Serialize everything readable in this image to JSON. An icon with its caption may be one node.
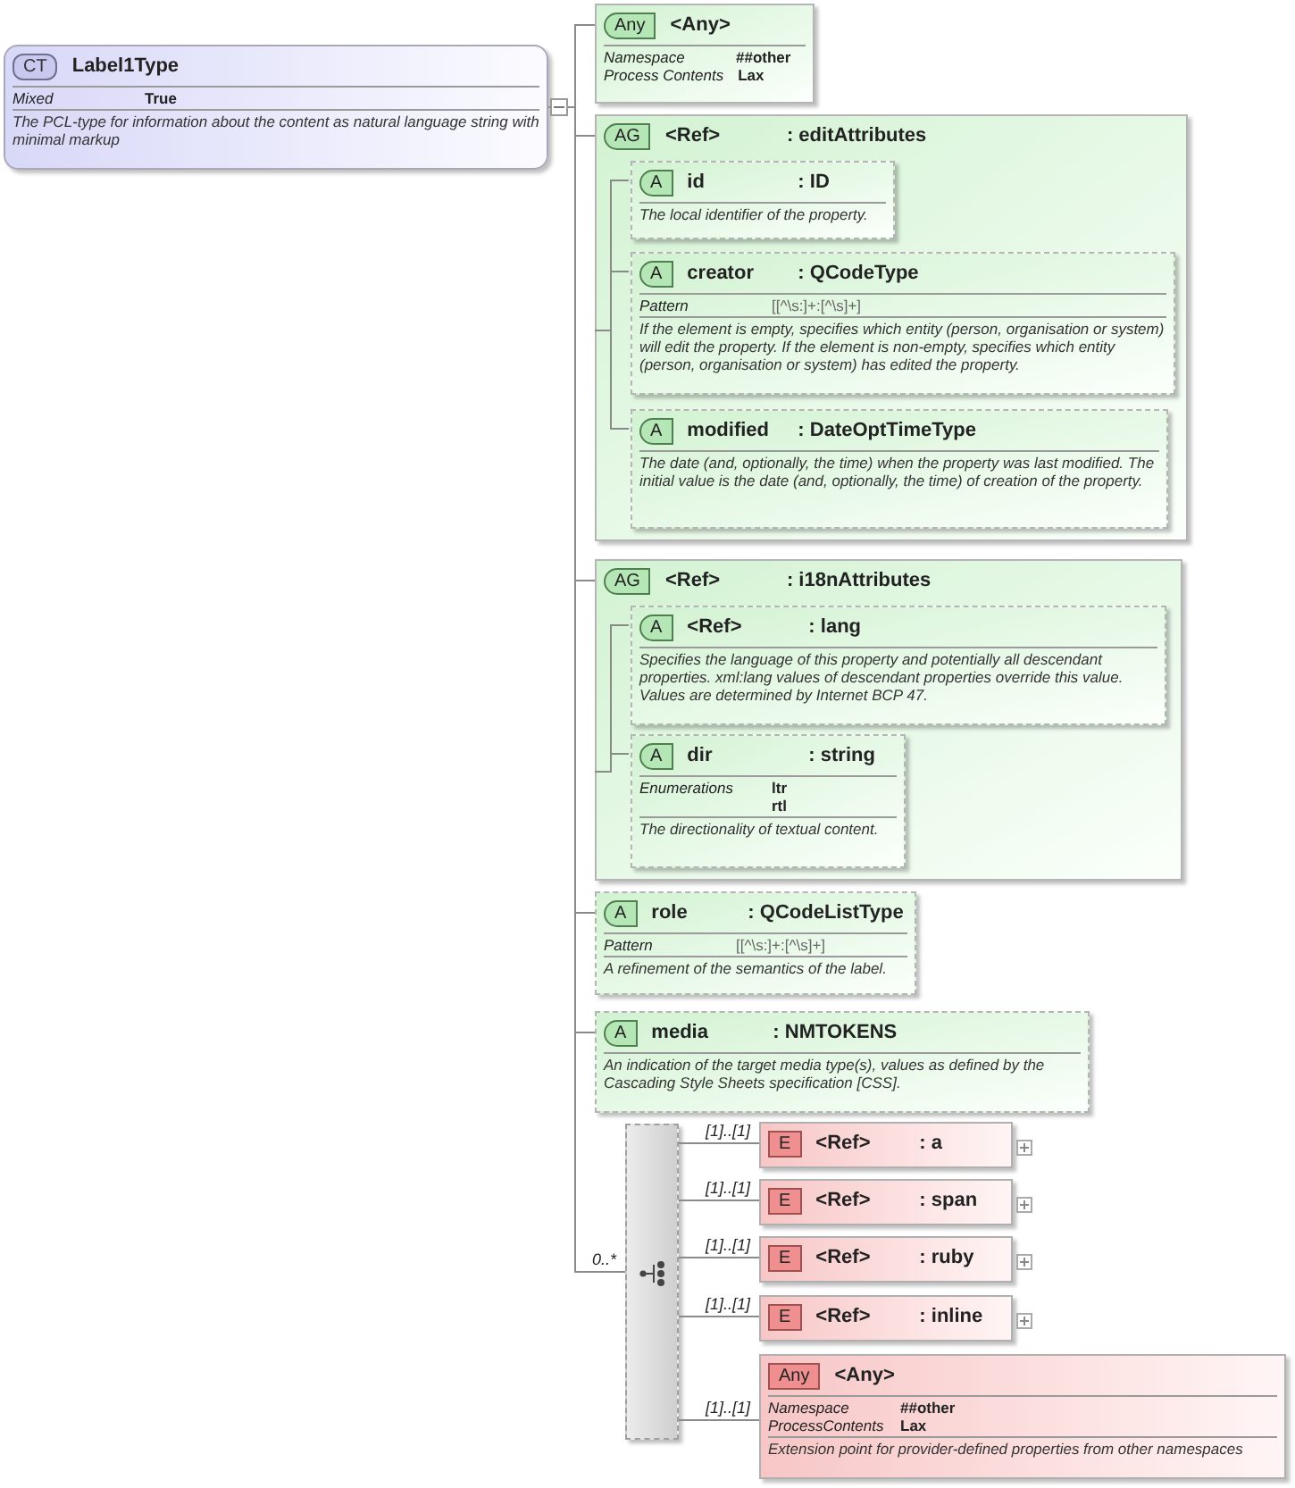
{
  "diagram": {
    "nodes": [
      {
        "text": [
          "CT",
          "Label1Type",
          "Mixed",
          "True",
          "The PCL-type for information about the content as natural language string with minimal markup"
        ]
      },
      {
        "text": [
          "Any",
          "<Any>",
          "Namespace",
          "##other",
          "Process Contents",
          "Lax"
        ]
      },
      {
        "text": [
          "AG",
          "<Ref>",
          ": editAttributes"
        ]
      },
      {
        "text": [
          "A",
          "id",
          ": ID",
          "The local identifier of the property."
        ],
        "in": 2
      },
      {
        "text": [
          "A",
          "creator",
          ": QCodeType",
          "Pattern",
          "[[^\\s:]+:[^\\s]+]",
          "If the element is empty, specifies which entity (person, organisation or system) will edit the property. If the element is non-empty, specifies which entity (person, organisation or system) has edited the property."
        ],
        "in": 2
      },
      {
        "text": [
          "A",
          "modified",
          ": DateOptTimeType",
          "The date (and, optionally, the time) when the property was last modified. The initial value is the date (and, optionally, the time) of creation of the property."
        ],
        "in": 2
      },
      {
        "text": [
          "AG",
          "<Ref>",
          ": i18nAttributes"
        ]
      },
      {
        "text": [
          "A",
          "<Ref>",
          ": lang",
          "Specifies the language of this property and potentially all descendant properties. xml:lang values of descendant properties override this value. Values are determined by Internet BCP 47."
        ],
        "in": 6
      },
      {
        "text": [
          "A",
          "dir",
          ": string",
          "Enumerations",
          "ltr",
          "rtl",
          "The directionality of textual content."
        ],
        "in": 6
      },
      {
        "text": [
          "A",
          "role",
          ": QCodeListType",
          "Pattern",
          "[[^\\s:]+:[^\\s]+]",
          "A refinement of the semantics of the label."
        ]
      },
      {
        "text": [
          "A",
          "media",
          ": NMTOKENS",
          "An indication of the target media type(s), values as defined by the Cascading Style Sheets specification [CSS]."
        ]
      },
      {
        "text": [],
        "shape": "box"
      },
      {
        "text": [
          "E",
          "<Ref>",
          ": a"
        ]
      },
      {
        "text": [
          "E",
          "<Ref>",
          ": span"
        ]
      },
      {
        "text": [
          "E",
          "<Ref>",
          ": ruby"
        ]
      },
      {
        "text": [
          "E",
          "<Ref>",
          ": inline"
        ]
      },
      {
        "text": [
          "Any",
          "<Any>",
          "Namespace",
          "##other",
          "ProcessContents",
          "Lax",
          "Extension point for provider-defined properties from other namespaces"
        ]
      }
    ],
    "edges": [
      {
        "from": 0,
        "to": 1,
        "arrow": "none"
      },
      {
        "from": 0,
        "to": 2,
        "arrow": "none"
      },
      {
        "from": 2,
        "to": 3,
        "arrow": "none"
      },
      {
        "from": 2,
        "to": 4,
        "arrow": "none"
      },
      {
        "from": 2,
        "to": 5,
        "arrow": "none"
      },
      {
        "from": 0,
        "to": 6,
        "arrow": "none"
      },
      {
        "from": 6,
        "to": 7,
        "arrow": "none"
      },
      {
        "from": 6,
        "to": 8,
        "arrow": "none"
      },
      {
        "from": 0,
        "to": 9,
        "arrow": "none"
      },
      {
        "from": 0,
        "to": 10,
        "arrow": "none"
      },
      {
        "from": 0,
        "to": 11,
        "arrow": "none",
        "label": "0..*"
      },
      {
        "from": 11,
        "to": 12,
        "arrow": "none",
        "label": "[1]..[1]"
      },
      {
        "from": 11,
        "to": 13,
        "arrow": "none",
        "label": "[1]..[1]"
      },
      {
        "from": 11,
        "to": 14,
        "arrow": "none",
        "label": "[1]..[1]"
      },
      {
        "from": 11,
        "to": 15,
        "arrow": "none",
        "label": "[1]..[1]"
      },
      {
        "from": 11,
        "to": 16,
        "arrow": "none",
        "label": "[1]..[1]"
      }
    ]
  }
}
